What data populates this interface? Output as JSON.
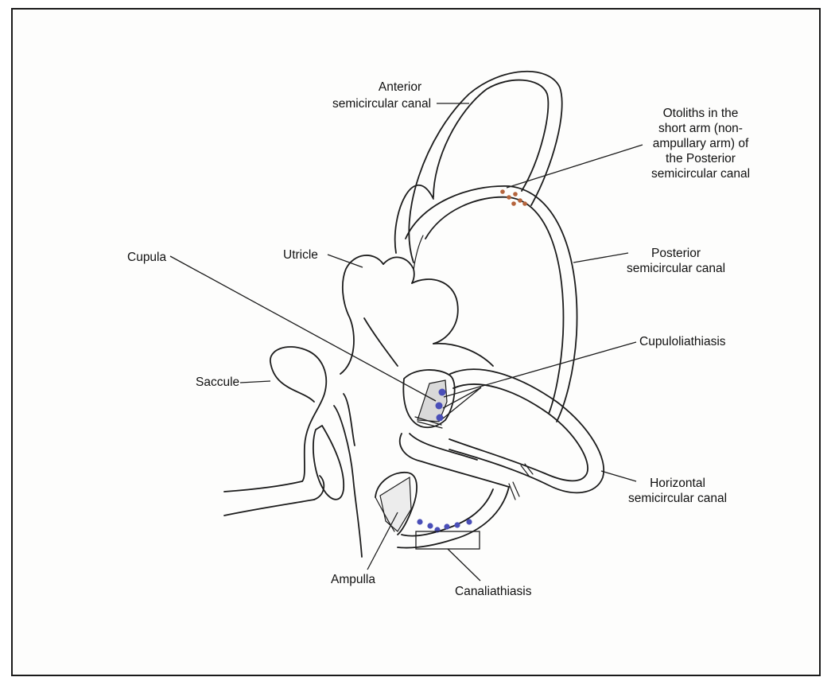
{
  "labels": {
    "anterior": [
      "Anterior",
      "semicircular canal"
    ],
    "otoliths": [
      "Otoliths in the",
      "short arm (non-",
      "ampullary arm) of",
      "the Posterior",
      "semicircular canal"
    ],
    "cupula": "Cupula",
    "utricle": "Utricle",
    "posterior": [
      "Posterior",
      "semicircular canal"
    ],
    "cupuloliathiasis": "Cupuloliathiasis",
    "saccule": "Saccule",
    "horizontal": [
      "Horizontal",
      "semicircular canal"
    ],
    "ampulla": "Ampulla",
    "canaliathiasis": "Canaliathiasis"
  },
  "colors": {
    "otolith_particles": "#b5643c",
    "debris_particles": "#4a4fb8",
    "cupula_fill": "#d9d9d9",
    "outline": "#1c1c1c"
  }
}
